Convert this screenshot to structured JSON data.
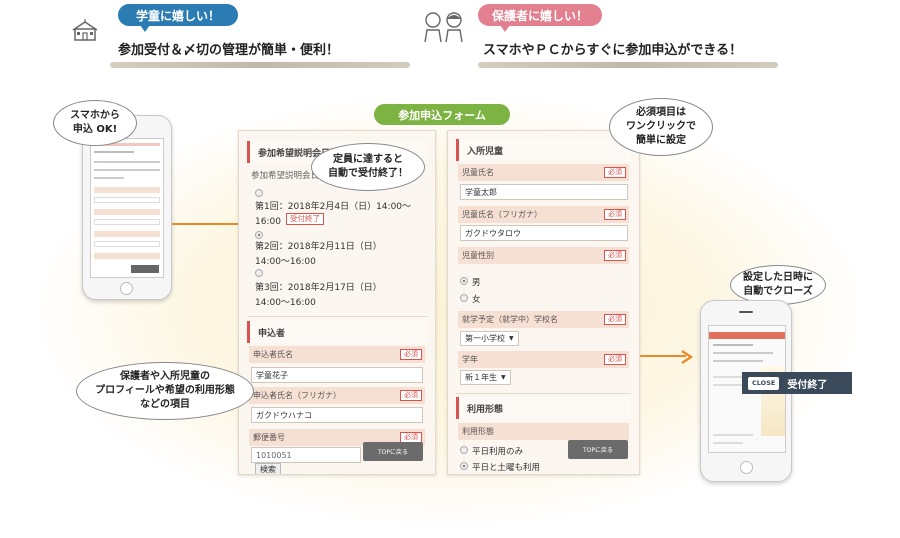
{
  "banner": {
    "left_pill": "学童に嬉しい！",
    "left_headline": "参加受付＆〆切の管理が簡単・便利！",
    "right_pill": "保護者に嬉しい！",
    "right_headline": "スマホやＰＣからすぐに参加申込ができる！"
  },
  "form_title": "参加申込フォーム",
  "bubbles": {
    "phone_ok": "スマホから\n申込 OK!",
    "auto_close": "定員に達すると\n自動で受付終了！",
    "required": "必須項目は\nワンクリックで\n簡単に設定",
    "profile": "保護者や入所児童の\nプロフィールや希望の利用形態\nなどの項目",
    "auto_time": "設定した日時に\n自動でクローズ"
  },
  "left_panel": {
    "section1": "参加希望説明会日程",
    "section1_row": "参加希望説明会日程",
    "option1": "第1回：2018年2月4日（日）14:00〜16:00",
    "closed_badge": "受付終了",
    "option2": "第2回：2018年2月11日（日）14:00〜16:00",
    "option3": "第3回：2018年2月17日（日）14:00〜16:00",
    "section2": "申込者",
    "name_label": "申込者氏名",
    "name_value": "学童花子",
    "kana_label": "申込者氏名（フリガナ）",
    "kana_value": "ガクドウハナコ",
    "zip_label": "郵便番号",
    "zip_value": "1010051",
    "search_button": "検索",
    "required_badge": "必須",
    "topc": "TOPに戻る"
  },
  "right_panel": {
    "section1": "入所児童",
    "child_name_label": "児童氏名",
    "child_name_value": "学童太郎",
    "child_kana_label": "児童氏名（フリガナ）",
    "child_kana_value": "ガクドウタロウ",
    "gender_label": "児童性別",
    "male": "男",
    "female": "女",
    "school_label": "就学予定（就学中）学校名",
    "school_value": "第一小学校",
    "grade_label": "学年",
    "grade_value": "新１年生",
    "section2": "利用形態",
    "usage_label": "利用形態",
    "weekday": "平日利用のみ",
    "weekday_sat": "平日と土曜も利用",
    "required_badge": "必須",
    "topc": "TOPに戻る"
  },
  "right_phone": {
    "close_button": "CLOSE",
    "closed_text": "受付終了"
  },
  "colors": {
    "accent_green": "#7cb342",
    "accent_red": "#d9534f",
    "orange_line": "#e98a2a"
  }
}
